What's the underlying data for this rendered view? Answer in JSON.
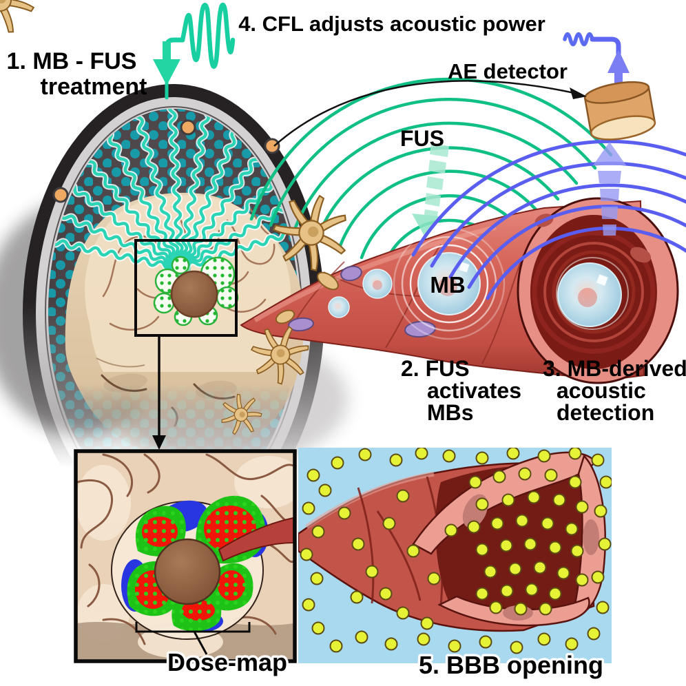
{
  "labels": {
    "step1_line1": "1. MB - FUS",
    "step1_line2": "treatment",
    "step2_line1": "2. FUS",
    "step2_line2": "activates",
    "step2_line3": "MBs",
    "step3_line1": "3. MB-derived",
    "step3_line2": "acoustic",
    "step3_line3": "detection",
    "step4": "4. CFL adjusts acoustic power",
    "step5": "5. BBB opening",
    "fus": "FUS",
    "mb": "MB",
    "ae_detector": "AE detector",
    "dose_map": "Dose-map"
  },
  "colors": {
    "fus_green": "#12c78c",
    "fus_signal": "#19d0a6",
    "fus_arrow_fill": "#a9e9d2",
    "ae_blue": "#5a5ef0",
    "ae_purple": "#8487f3",
    "signal_blue": "#4f6cf0",
    "detector_tan": "#dfa468",
    "detector_face": "#f6e3bd",
    "transducer_teal": "#13a3b2",
    "element_orange": "#efa963",
    "helmet_dark": "#474043",
    "helmet_band": "#d4d1d2",
    "helmet_rim": "#262223",
    "skull_beige": "#e7d4b6",
    "brain_cream": "#f2e1c7",
    "tumor_brown": "#96654a",
    "vessel_red": "#d6655a",
    "vessel_dark": "#7a1b15",
    "vessel_pink": "#ec9e93",
    "bubble_blue": "#a6cfe2",
    "pericyte_purple": "#a98fd0",
    "astrocyte_tan": "#e7c286",
    "dose_green": "#1ec217",
    "dose_red": "#f2150a",
    "dose_blue": "#2736e0",
    "bbb_bg": "#a9d9ef",
    "drug_yellow": "#e6f235",
    "text_black": "#000000"
  }
}
